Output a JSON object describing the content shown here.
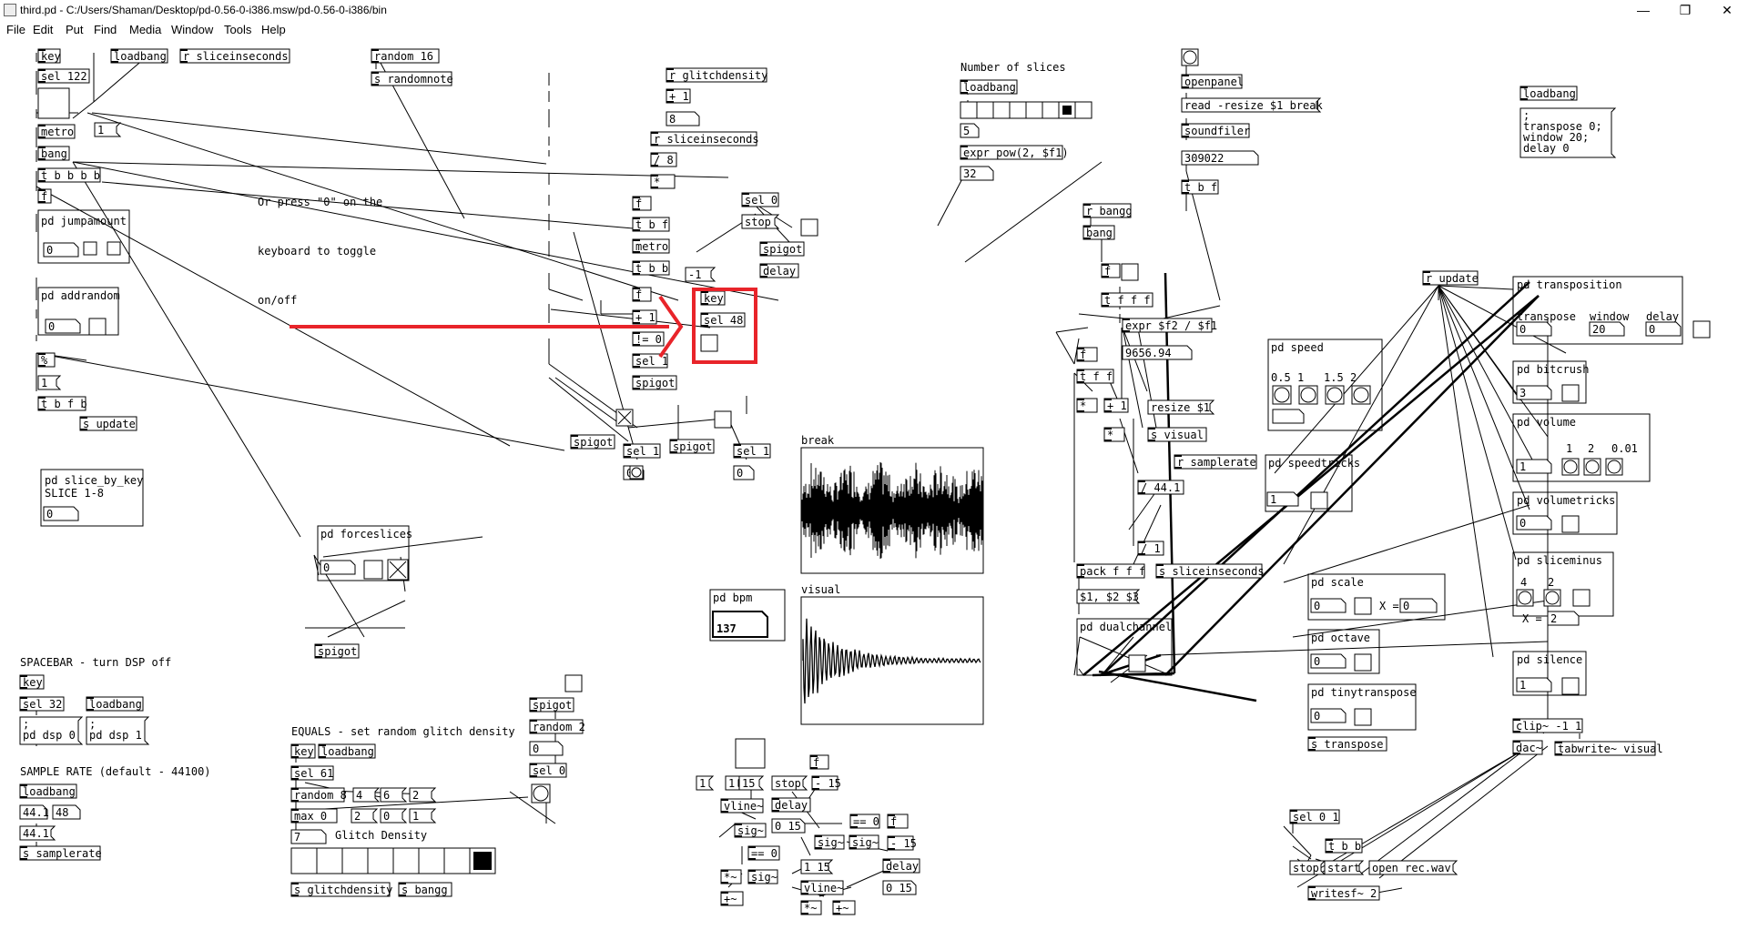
{
  "window": {
    "title": "third.pd  -  C:/Users/Shaman/Desktop/pd-0.56-0-i386.msw/pd-0.56-0-i386/bin",
    "buttons": [
      "—",
      "❐",
      "✕"
    ]
  },
  "menu": [
    "File",
    "Edit",
    "Put",
    "Find",
    "Media",
    "Window",
    "Tools",
    "Help"
  ],
  "annotation": {
    "lines": [
      "Or press \"0\" on the",
      "keyboard to toggle",
      "on/off"
    ],
    "color": "#e8242a"
  },
  "comments": {
    "number_of_slices": "Number of slices",
    "spacebar": "SPACEBAR - turn DSP off",
    "samplerate": "SAMPLE RATE (default - 44100)",
    "equals": "EQUALS - set random glitch density",
    "glitch_density": "Glitch Density",
    "break": "break",
    "visual": "visual",
    "transpose": "transpose",
    "window": "window",
    "delay": "delay",
    "speed_labels": [
      "0.5",
      "1",
      "1.5",
      "2"
    ],
    "volume_labels": [
      "1",
      "2",
      "0.01"
    ],
    "sliceminus_labels": [
      "4",
      "2"
    ],
    "x_eq": "X ="
  },
  "objects": {
    "key_a": "key",
    "loadbang_a": "loadbang",
    "r_sliceinseconds_a": "r sliceinseconds",
    "random16": "random 16",
    "s_randomnote": "s randomnote",
    "sel122": "sel 122",
    "metro_a": "metro",
    "msg1": "1",
    "bang_a": "bang",
    "tbbbb": "t b b b b",
    "f_a": "f",
    "pd_jumpamount": "pd jumpamount",
    "pd_addrandom": "pd addrandom",
    "mod": "%",
    "tbfb": "t b f b",
    "s_update_a": "s update",
    "pd_slice_by_key": "pd slice_by_key",
    "slice18": "SLICE 1-8",
    "pd_forceslices": "pd forceslices",
    "spigot_a": "spigot",
    "r_glitchdensity": "r glitchdensity",
    "plus1": "+ 1",
    "num8": "8",
    "r_sliceinseconds_b": "r sliceinseconds",
    "div8": "/ 8",
    "mul_a": "*",
    "f_b": "f",
    "tbf": "t b f",
    "metro_b": "metro",
    "tbb": "t b b",
    "neg1": "-1",
    "f_c": "f",
    "plus1b": "+ 1",
    "ne0": "!= 0",
    "sel1_a": "sel 1",
    "spigot_b": "spigot",
    "sel0_a": "sel 0",
    "stop_a": "stop",
    "spigot_c": "spigot",
    "delay_a": "delay",
    "key_b": "key",
    "sel48": "sel 48",
    "spigot_d": "spigot",
    "sel1_b": "sel 1",
    "spigot_e": "spigot",
    "sel1_c": "sel 1",
    "num0": "0",
    "loadbang_b": "loadbang",
    "num5": "5",
    "expr_pow": "expr pow(2, $f1)",
    "num32": "32",
    "openpanel": "openpanel",
    "read_msg": "read -resize $1 break",
    "soundfiler": "soundfiler",
    "num309022": "309022",
    "tbf_b": "t b f",
    "r_bangg": "r bangg",
    "bang_b": "bang",
    "f_d": "f",
    "tfff": "t f f f",
    "expr_div": "expr $f2 / $f1",
    "num9656": "9656.94",
    "loadbang_c": "loadbang",
    "msg_transpose": [
      ";",
      "transpose 0;",
      "window 20;",
      "delay 0"
    ],
    "f_e": "f",
    "tff": "t f f",
    "mul_b": "*",
    "plus1c": "+ 1",
    "mul_c": "*",
    "resize": "resize $1",
    "s_visual": "s visual",
    "r_samplerate": "r samplerate",
    "div441": "/ 44.1",
    "div1": "/ 1",
    "packfff": "pack f f f",
    "s_sliceinseconds": "s sliceinseconds",
    "msg_123": "$1, $2 $3",
    "pd_dualchannel": "pd dualchannel",
    "pd_speed": "pd speed",
    "pd_speedtricks": "pd speedtricks",
    "r_update": "r update",
    "pd_transposition": "pd transposition",
    "num_t0": "0",
    "num_w20": "20",
    "num_d0": "0",
    "pd_bitcrush": "pd bitcrush",
    "num3": "3",
    "pd_volume": "pd volume",
    "pd_volumetricks": "pd volumetricks",
    "pd_sliceminus": "pd sliceminus",
    "num2": "2",
    "pd_silence": "pd silence",
    "clip": "clip~ -1 1",
    "dac": "dac~",
    "tabwrite": "tabwrite~ visual",
    "pd_scale": "pd scale",
    "pd_octave": "pd octave",
    "pd_tinytranspose": "pd tinytranspose",
    "s_transpose": "s transpose",
    "sel01": "sel 0 1",
    "tbb_c": "t b b",
    "stop_b": "stop",
    "start": "start",
    "open_rec": "open rec.wav",
    "writesf": "writesf~ 2",
    "key_c": "key",
    "sel32": "sel 32",
    "loadbang_d": "loadbang",
    "pd_dsp0": [
      ";",
      "pd dsp 0"
    ],
    "pd_dsp1": [
      ";",
      "pd dsp 1"
    ],
    "loadbang_e": "loadbang",
    "num441": "44.1",
    "num48": "48",
    "num441b": "44.1",
    "s_samplerate": "s samplerate",
    "key_d": "key",
    "loadbang_f": "loadbang",
    "sel61": "sel 61",
    "random8": "random 8",
    "m4": "4",
    "m6": "6",
    "m2": "2",
    "max0": "max 0",
    "m2b": "2",
    "m0": "0",
    "m1": "1",
    "num7": "7",
    "s_glitchdensity": "s glitchdensity",
    "s_bangg": "s bangg",
    "spigot_f": "spigot",
    "random2": "random 2",
    "sel0_b": "sel 0",
    "pd_bpm": "pd bpm",
    "bpm_value": "137",
    "f_f": "f",
    "m1a": "1",
    "m1b": "1",
    "m15": "15",
    "stop_c": "stop",
    "m15b": "- 15",
    "vline_a": "vline~",
    "delay_b": "delay",
    "sig_a": "sig~",
    "eq0": "== 0",
    "num015": "0 15",
    "mul_sig_a": "*~",
    "sig_b": "sig~",
    "plus_a": "+~",
    "sig_c": "sig~",
    "sig_d": "sig~",
    "eq0b": "== 0",
    "f_g": "f",
    "m15c": "- 15",
    "m115": "1 15",
    "delay_c": "delay",
    "vline_b": "vline~",
    "num015b": "0 15",
    "mul_sig_b": "*~",
    "plus_b": "+~"
  }
}
